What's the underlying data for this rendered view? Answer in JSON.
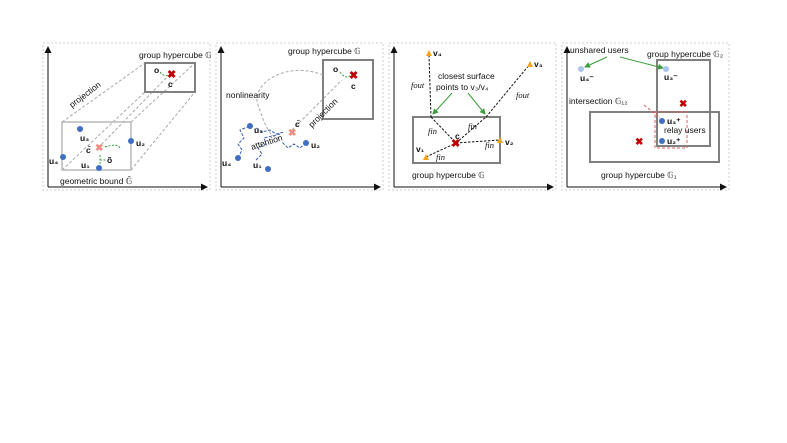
{
  "panel1": {
    "group_hypercube": "group hypercube 𝔾",
    "projection": "projection",
    "geometric_bound": "geometric bound 𝔾̄",
    "o": "o",
    "c": "c",
    "c_bar": "c̄",
    "o_bar": "õ",
    "u1": "u₁",
    "u2": "u₂",
    "u3": "u₃",
    "u4": "u₄"
  },
  "panel2": {
    "group_hypercube": "group hypercube 𝔾",
    "nonlinearity": "nonlinearity",
    "attention": "attention",
    "projection": "projection",
    "o": "o",
    "c": "c",
    "c_bar": "c̄",
    "u1": "u₁",
    "u2": "u₂",
    "u3": "u₃",
    "u4": "u₄"
  },
  "panel3": {
    "group_hypercube": "group hypercube 𝔾",
    "closest_line1": "closest surface",
    "closest_line2": "points to v₃/v₄",
    "f_out": "fout",
    "f_in": "fin",
    "c": "c",
    "v1": "v₁",
    "v2": "v₂",
    "v3": "v₃",
    "v4": "v₄"
  },
  "panel4": {
    "unshared_users": "unshared users",
    "group_hypercube_2": "group hypercube 𝔾₂",
    "group_hypercube_1": "group hypercube 𝔾₁",
    "intersection": "intersection 𝔾₁₂",
    "relay_users": "relay users",
    "u3_prime": "u₃⁺",
    "u2_prime": "u₂⁺",
    "u4_minus": "u₄⁻",
    "u3_minus": "u₃⁻"
  },
  "colors": {
    "user_dot": "#3f6fc2",
    "center_x": "#c00000",
    "center_x_light": "#f28b82",
    "item_triangle": "#f4a21c",
    "green_arrow": "#3a9e3a",
    "box": "#808080",
    "dashed_gray": "#a8a8a8",
    "attention_blue": "#3a5fa8",
    "red_dashed": "#e06060"
  }
}
